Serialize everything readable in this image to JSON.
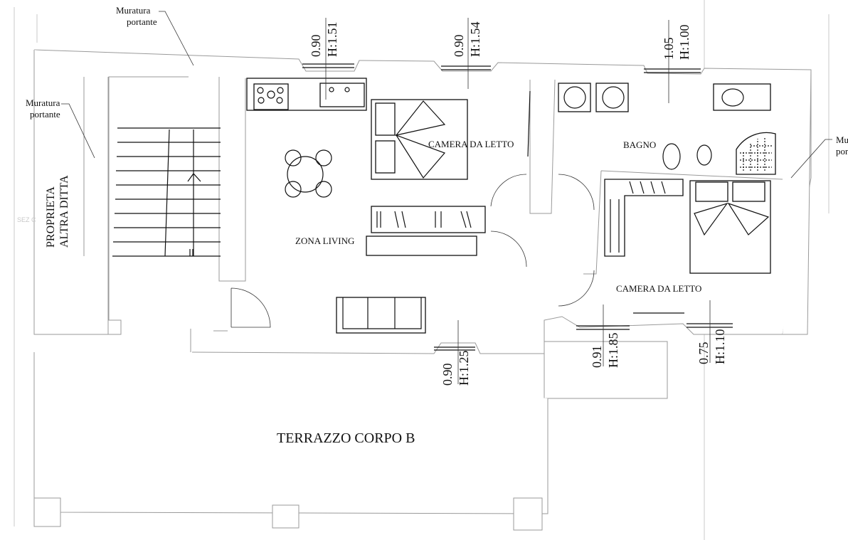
{
  "labels": {
    "muratura_top": [
      "Muratura",
      "portante"
    ],
    "muratura_left": [
      "Muratura",
      "portante"
    ],
    "muratura_right": [
      "Mu",
      "port"
    ],
    "proprieta": [
      "PROPRIETA",
      "ALTRA DITTA"
    ],
    "section_marker": "SEZ C"
  },
  "rooms": {
    "zona_living": "ZONA LIVING",
    "camera_1": "CAMERA DA LETTO",
    "bagno": "BAGNO",
    "camera_2": "CAMERA DA LETTO",
    "terrazzo": "TERRAZZO CORPO B"
  },
  "windows": [
    {
      "width": "0.90",
      "height": "H:1.51"
    },
    {
      "width": "0.90",
      "height": "H:1.54"
    },
    {
      "width": "1.05",
      "height": "H:1.00"
    },
    {
      "width": "0.90",
      "height": "H:1.25"
    },
    {
      "width": "0.91",
      "height": "H:1.85"
    },
    {
      "width": "0.75",
      "height": "H:1.10"
    }
  ]
}
